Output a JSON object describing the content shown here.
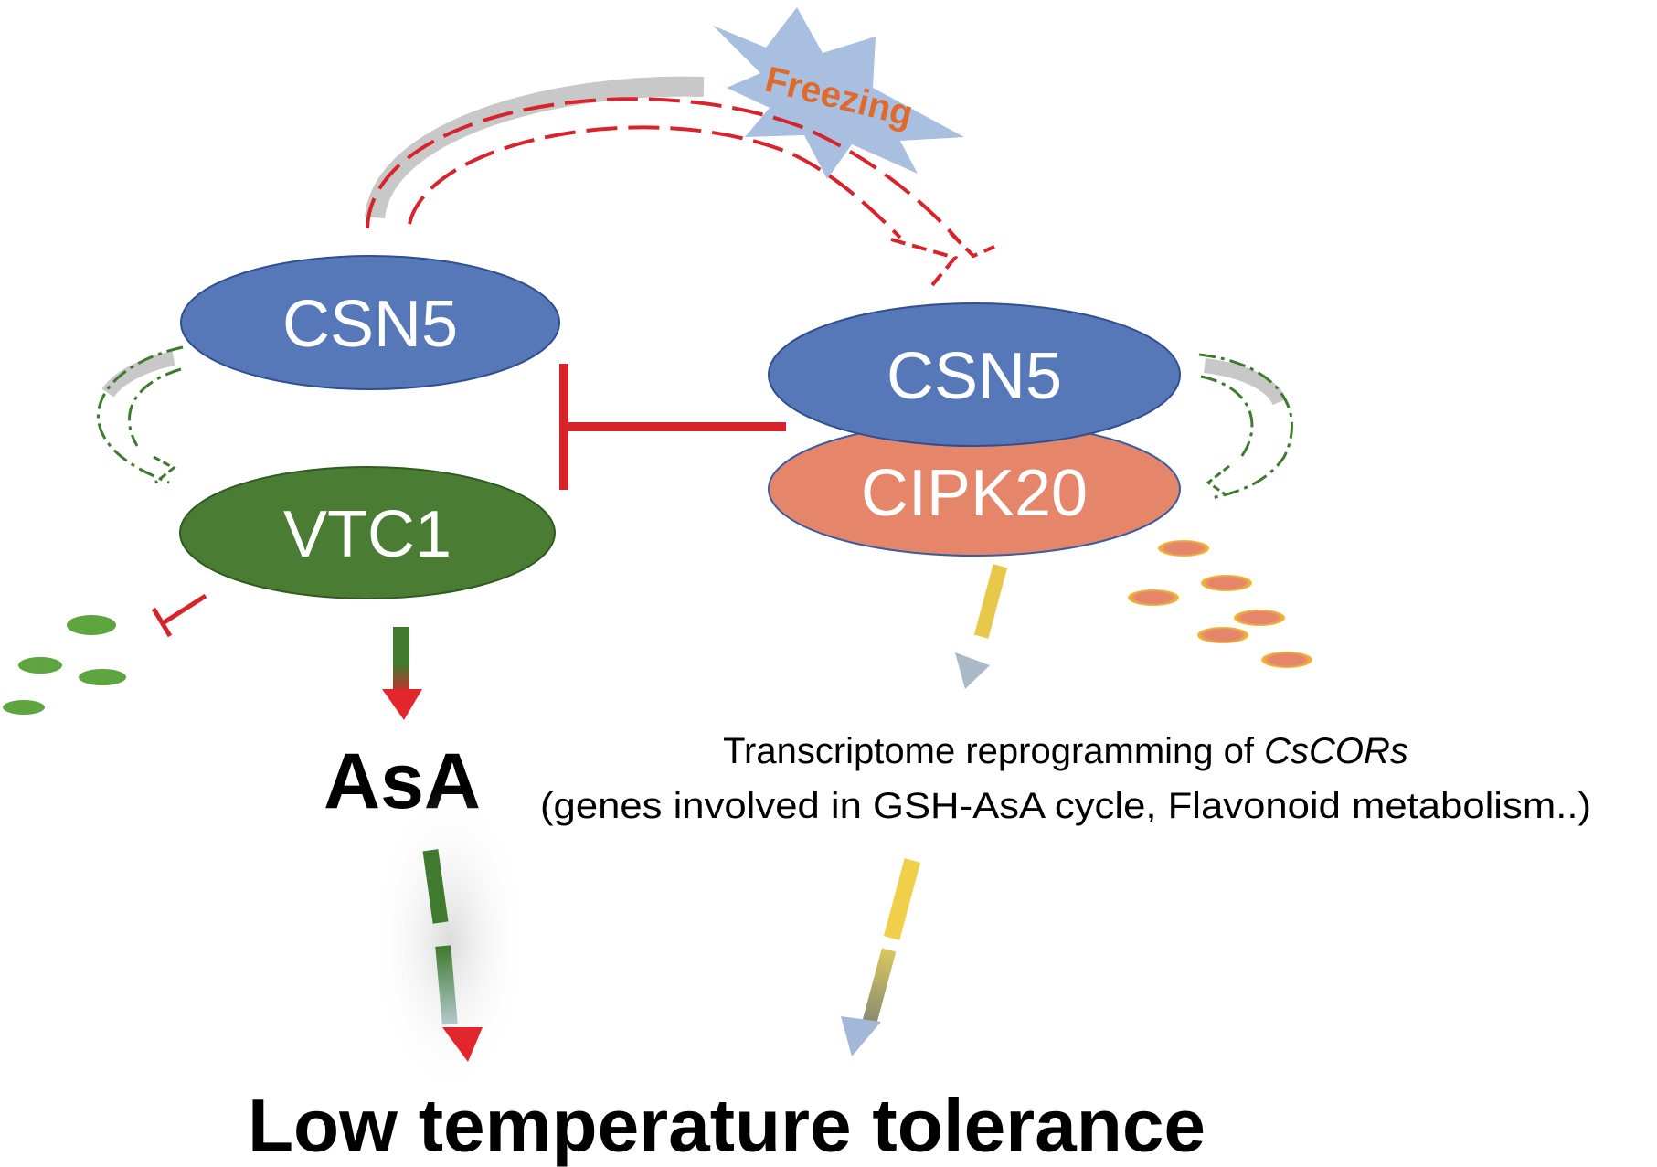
{
  "nodes": {
    "csn5_left": "CSN5",
    "vtc1": "VTC1",
    "csn5_right": "CSN5",
    "cipk20": "CIPK20"
  },
  "stimulus": "Freezing",
  "product": "AsA",
  "transcriptome": {
    "line1_prefix": "Transcriptome reprogramming of ",
    "line1_italic": "CsCORs",
    "line2": "(genes involved in GSH-AsA cycle, Flavonoid metabolism..)"
  },
  "outcome": "Low temperature tolerance",
  "colors": {
    "csn5": "#5778b8",
    "vtc1": "#4a7c34",
    "cipk20": "#e5866a",
    "inhibition": "#d7242b",
    "freezing_burst": "#a9bfdf",
    "freezing_text": "#e06a2c",
    "dash_green": "#3f7a2e",
    "dash_yellow": "#e8c84b",
    "arrow_red": "#e3262d",
    "arrow_blue": "#9fb6d8"
  }
}
